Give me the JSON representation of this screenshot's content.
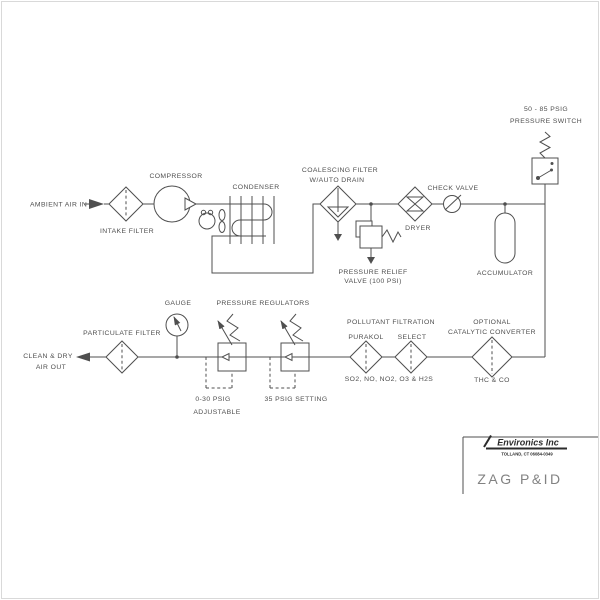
{
  "colors": {
    "background": "#ffffff",
    "line": "#4f4f4f",
    "text": "#4f4f4f",
    "title_text": "#828282",
    "logo_text": "#2b2b2b"
  },
  "labels": {
    "ambient_air_in": "AMBIENT AIR IN",
    "intake_filter": "INTAKE FILTER",
    "compressor": "COMPRESSOR",
    "condenser": "CONDENSER",
    "coalescing_filter_1": "COALESCING FILTER",
    "coalescing_filter_2": "W/AUTO DRAIN",
    "pressure_relief_1": "PRESSURE RELIEF",
    "pressure_relief_2": "VALVE (100 PSI)",
    "check_valve": "CHECK VALVE",
    "dryer": "DRYER",
    "accumulator": "ACCUMULATOR",
    "switch_range": "50 - 85 PSIG",
    "pressure_switch": "PRESSURE SWITCH",
    "optional": "OPTIONAL",
    "catalytic_converter": "CATALYTIC CONVERTER",
    "thc_co": "THC & CO",
    "pollutant_filtration": "POLLUTANT FILTRATION",
    "purakol": "PURAKOL",
    "select": "SELECT",
    "pollutants": "SO2, NO, NO2, O3 & H2S",
    "pressure_regulators": "PRESSURE REGULATORS",
    "reg1_setting": "0-30 PSIG",
    "reg1_mode": "ADJUSTABLE",
    "reg2_setting": "35 PSIG SETTING",
    "gauge": "GAUGE",
    "particulate_filter": "PARTICULATE FILTER",
    "clean_dry_1": "CLEAN & DRY",
    "clean_dry_2": "AIR OUT"
  },
  "titleblock": {
    "company": "Environics Inc",
    "company_sub": "TOLLAND, CT 06084-0349",
    "drawing_title": "ZAG P&ID"
  },
  "flow": {
    "top_row": [
      "AMBIENT AIR IN",
      "INTAKE FILTER",
      "COMPRESSOR",
      "CONDENSER",
      "COALESCING FILTER W/AUTO DRAIN",
      "PRESSURE RELIEF VALVE (100 PSI)",
      "DRYER",
      "CHECK VALVE",
      "ACCUMULATOR",
      "PRESSURE SWITCH 50 - 85 PSIG"
    ],
    "bottom_row": [
      "OPTIONAL CATALYTIC CONVERTER (THC & CO)",
      "POLLUTANT FILTRATION: SELECT + PURAKOL (SO2, NO, NO2, O3 & H2S)",
      "PRESSURE REGULATOR 35 PSIG SETTING",
      "PRESSURE REGULATOR 0-30 PSIG ADJUSTABLE",
      "GAUGE",
      "PARTICULATE FILTER",
      "CLEAN & DRY AIR OUT"
    ]
  }
}
